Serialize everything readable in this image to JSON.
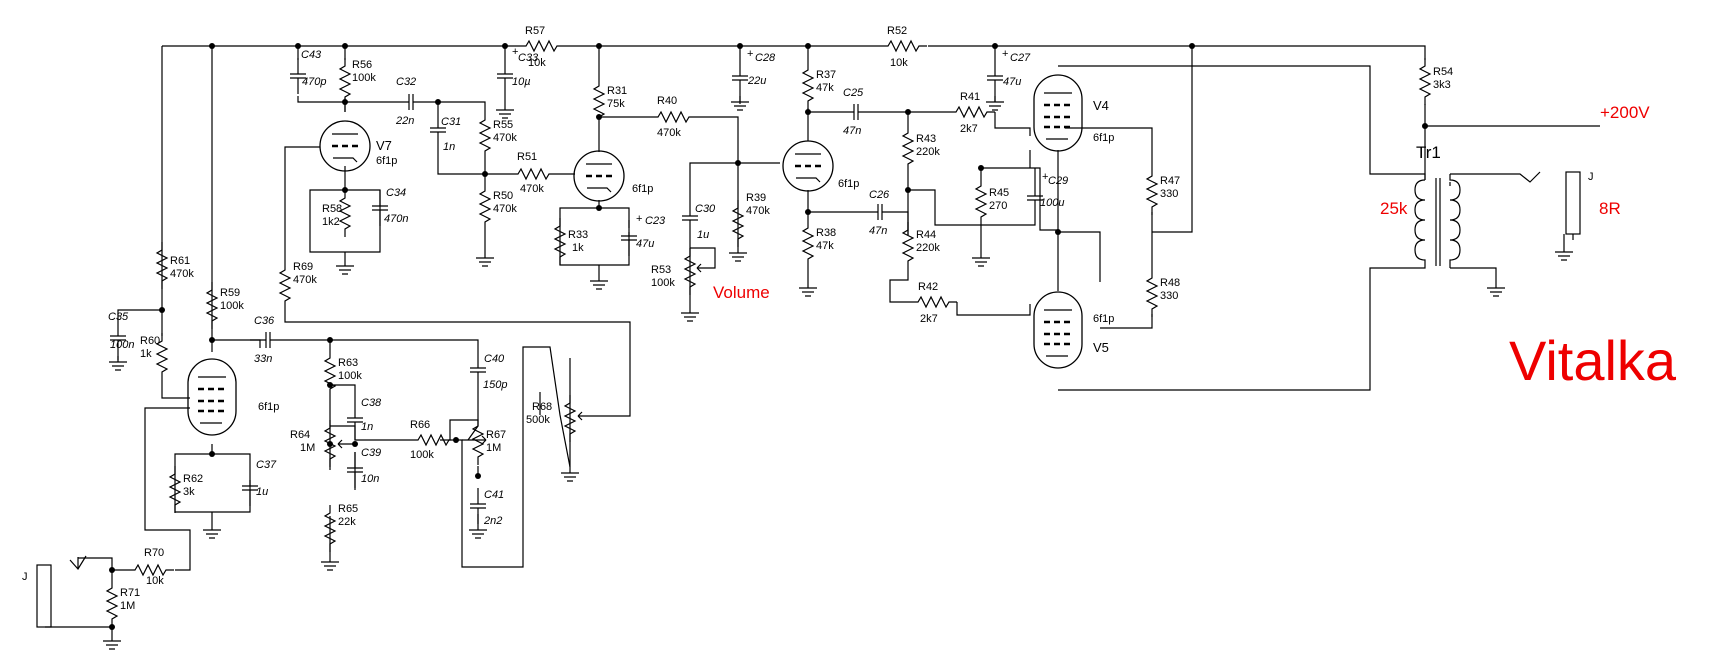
{
  "title_text": "Vitalka",
  "supply_label": "+200V",
  "volume_label": "Volume",
  "transformer": {
    "ref": "Tr1",
    "primary": "25k",
    "secondary": "8R"
  },
  "jack_in": "J",
  "jack_out": "J",
  "tubes": [
    {
      "ref": "V7",
      "type": "6f1p"
    },
    {
      "ref": "",
      "type": "6f1p"
    },
    {
      "ref": "",
      "type": "6f1p"
    },
    {
      "ref": "",
      "type": "6f1p"
    },
    {
      "ref": "V4",
      "type": "6f1p"
    },
    {
      "ref": "V5",
      "type": "6f1p"
    }
  ],
  "resistors": [
    {
      "ref": "R56",
      "value": "100k"
    },
    {
      "ref": "R57",
      "value": "10k"
    },
    {
      "ref": "R55",
      "value": "470k"
    },
    {
      "ref": "R50",
      "value": "470k"
    },
    {
      "ref": "R51",
      "value": "470k"
    },
    {
      "ref": "R58",
      "value": "1k2"
    },
    {
      "ref": "R31",
      "value": "75k"
    },
    {
      "ref": "R40",
      "value": "470k"
    },
    {
      "ref": "R33",
      "value": "1k"
    },
    {
      "ref": "R39",
      "value": "470k"
    },
    {
      "ref": "R53",
      "value": "100k"
    },
    {
      "ref": "R37",
      "value": "47k"
    },
    {
      "ref": "R38",
      "value": "47k"
    },
    {
      "ref": "R52",
      "value": "10k"
    },
    {
      "ref": "R41",
      "value": "2k7"
    },
    {
      "ref": "R43",
      "value": "220k"
    },
    {
      "ref": "R44",
      "value": "220k"
    },
    {
      "ref": "R42",
      "value": "2k7"
    },
    {
      "ref": "R45",
      "value": "270"
    },
    {
      "ref": "R47",
      "value": "330"
    },
    {
      "ref": "R48",
      "value": "330"
    },
    {
      "ref": "R54",
      "value": "3k3"
    },
    {
      "ref": "R61",
      "value": "470k"
    },
    {
      "ref": "R59",
      "value": "100k"
    },
    {
      "ref": "R69",
      "value": "470k"
    },
    {
      "ref": "R60",
      "value": "1k"
    },
    {
      "ref": "R62",
      "value": "3k"
    },
    {
      "ref": "R63",
      "value": "100k"
    },
    {
      "ref": "R64",
      "value": "1M"
    },
    {
      "ref": "R65",
      "value": "22k"
    },
    {
      "ref": "R66",
      "value": "100k"
    },
    {
      "ref": "R67",
      "value": "1M"
    },
    {
      "ref": "R68",
      "value": "500k"
    },
    {
      "ref": "R70",
      "value": "10k"
    },
    {
      "ref": "R71",
      "value": "1M"
    }
  ],
  "capacitors": [
    {
      "ref": "C43",
      "value": "470p"
    },
    {
      "ref": "C32",
      "value": "22n"
    },
    {
      "ref": "C31",
      "value": "1n"
    },
    {
      "ref": "C33",
      "value": "10µ"
    },
    {
      "ref": "C34",
      "value": "470n"
    },
    {
      "ref": "C28",
      "value": "22u"
    },
    {
      "ref": "C23",
      "value": "47u"
    },
    {
      "ref": "C30",
      "value": "1u"
    },
    {
      "ref": "C25",
      "value": "47n"
    },
    {
      "ref": "C26",
      "value": "47n"
    },
    {
      "ref": "C27",
      "value": "47u"
    },
    {
      "ref": "C29",
      "value": "100u"
    },
    {
      "ref": "C35",
      "value": "100n"
    },
    {
      "ref": "C36",
      "value": "33n"
    },
    {
      "ref": "C37",
      "value": "1u"
    },
    {
      "ref": "C38",
      "value": "1n"
    },
    {
      "ref": "C39",
      "value": "10n"
    },
    {
      "ref": "C40",
      "value": "150p"
    },
    {
      "ref": "C41",
      "value": "2n2"
    }
  ]
}
